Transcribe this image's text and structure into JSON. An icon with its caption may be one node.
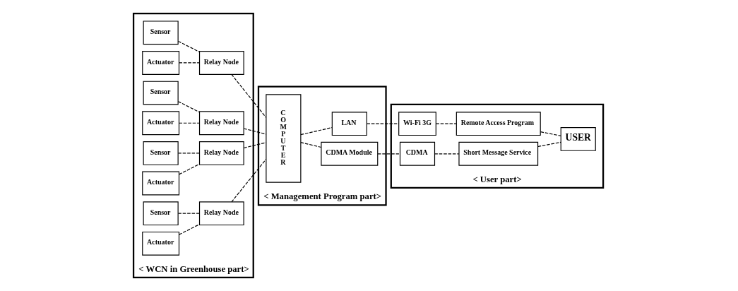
{
  "diagram": {
    "nodes": [
      {
        "text": [
          "< WCN in Greenhouse part>"
        ]
      },
      {
        "text": [
          "Sensor"
        ],
        "in": 0
      },
      {
        "text": [
          "Actuator"
        ],
        "in": 0
      },
      {
        "text": [
          "Relay Node"
        ],
        "in": 0
      },
      {
        "text": [
          "Sensor"
        ],
        "in": 0
      },
      {
        "text": [
          "Actuator"
        ],
        "in": 0
      },
      {
        "text": [
          "Relay Node"
        ],
        "in": 0
      },
      {
        "text": [
          "Sensor"
        ],
        "in": 0
      },
      {
        "text": [
          "Actuator"
        ],
        "in": 0
      },
      {
        "text": [
          "Relay Node"
        ],
        "in": 0
      },
      {
        "text": [
          "Sensor"
        ],
        "in": 0
      },
      {
        "text": [
          "Actuator"
        ],
        "in": 0
      },
      {
        "text": [
          "Relay Node"
        ],
        "in": 0
      },
      {
        "text": [
          "< Management Program part>"
        ]
      },
      {
        "text": [
          "C O M P U T E R"
        ],
        "in": 13
      },
      {
        "text": [
          "LAN"
        ],
        "in": 13
      },
      {
        "text": [
          "CDMA Module"
        ],
        "in": 13
      },
      {
        "text": [
          "< User part>"
        ]
      },
      {
        "text": [
          "Wi-Fi 3G"
        ],
        "in": 17
      },
      {
        "text": [
          "Remote Access Program"
        ],
        "in": 17
      },
      {
        "text": [
          "CDMA"
        ],
        "in": 17
      },
      {
        "text": [
          "Short Message Service"
        ],
        "in": 17
      },
      {
        "text": [
          "USER"
        ],
        "in": 17
      }
    ],
    "edges": [
      {
        "from": 1,
        "to": 3,
        "arrow": "none",
        "style": "dashed"
      },
      {
        "from": 2,
        "to": 3,
        "arrow": "none",
        "style": "dashed"
      },
      {
        "from": 4,
        "to": 6,
        "arrow": "none",
        "style": "dashed"
      },
      {
        "from": 5,
        "to": 6,
        "arrow": "none",
        "style": "dashed"
      },
      {
        "from": 7,
        "to": 9,
        "arrow": "none",
        "style": "dashed"
      },
      {
        "from": 8,
        "to": 9,
        "arrow": "none",
        "style": "dashed"
      },
      {
        "from": 10,
        "to": 12,
        "arrow": "none",
        "style": "dashed"
      },
      {
        "from": 11,
        "to": 12,
        "arrow": "none",
        "style": "dashed"
      },
      {
        "from": 3,
        "to": 14,
        "arrow": "none",
        "style": "dashed"
      },
      {
        "from": 6,
        "to": 14,
        "arrow": "none",
        "style": "dashed"
      },
      {
        "from": 9,
        "to": 14,
        "arrow": "none",
        "style": "dashed"
      },
      {
        "from": 12,
        "to": 14,
        "arrow": "none",
        "style": "dashed"
      },
      {
        "from": 14,
        "to": 15,
        "arrow": "none",
        "style": "dashed"
      },
      {
        "from": 14,
        "to": 16,
        "arrow": "none",
        "style": "dashed"
      },
      {
        "from": 15,
        "to": 18,
        "arrow": "none",
        "style": "dashed"
      },
      {
        "from": 16,
        "to": 20,
        "arrow": "none",
        "style": "dashed"
      },
      {
        "from": 18,
        "to": 19,
        "arrow": "none",
        "style": "dashed"
      },
      {
        "from": 20,
        "to": 21,
        "arrow": "none",
        "style": "dashed"
      },
      {
        "from": 19,
        "to": 22,
        "arrow": "none",
        "style": "dashed"
      },
      {
        "from": 21,
        "to": 22,
        "arrow": "none",
        "style": "dashed"
      }
    ]
  }
}
